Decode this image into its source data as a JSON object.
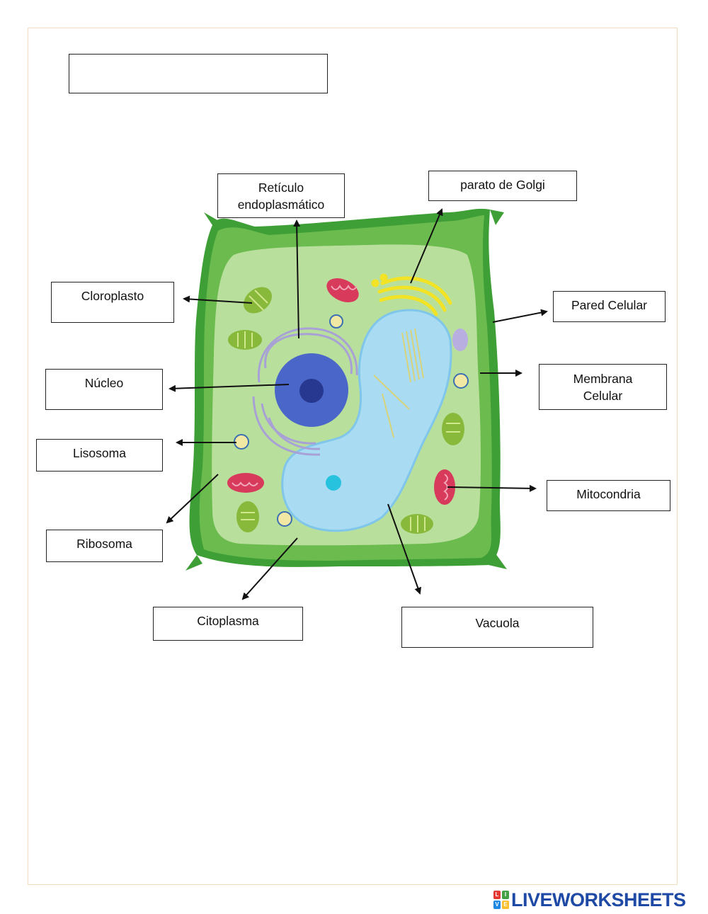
{
  "worksheet": {
    "title_value": "",
    "labels": {
      "reticulo": "Retículo\nendoplasmático",
      "golgi": "parato de Golgi",
      "cloroplasto": "Cloroplasto",
      "pared": "Pared Celular",
      "nucleo": "Núcleo",
      "membrana": "Membrana\nCelular",
      "lisosoma": "Lisosoma",
      "mitocondria": "Mitocondria",
      "ribosoma": "Ribosoma",
      "citoplasma": "Citoplasma",
      "vacuola": "Vacuola"
    }
  },
  "branding": {
    "logo_text": "LIVEWORKSHEETS",
    "logo_mark": [
      "L",
      "I",
      "V",
      "E"
    ]
  },
  "colors": {
    "cell_wall": "#3f9f37",
    "cytoplasm": "#b9df9c",
    "vacuole": "#a9dcf2",
    "nucleus": "#4a66c9",
    "nucleolus": "#26388f",
    "er": "#a8a1d6",
    "golgi": "#f3e325",
    "chloroplast": "#88b93b",
    "mitochondria": "#d83a5b",
    "lysosome": "#f1e9a3",
    "logo": "#1e4aa5"
  }
}
